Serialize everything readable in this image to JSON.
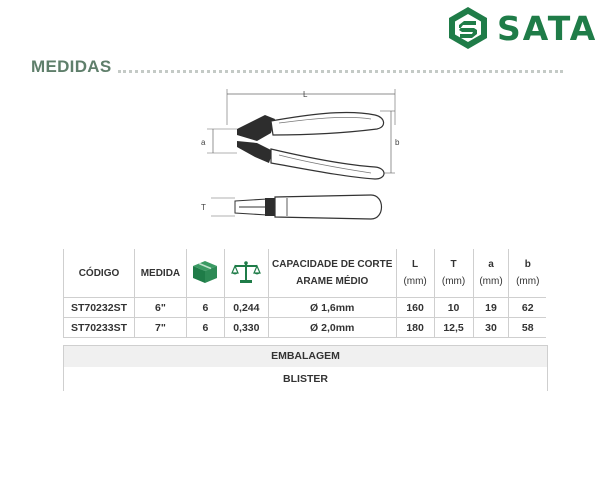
{
  "brand": {
    "name": "SATA",
    "color": "#1f7c48"
  },
  "section": {
    "title": "MEDIDAS"
  },
  "drawing": {
    "labels": {
      "length": "L",
      "jaw_a": "a",
      "height_b": "b",
      "thickness": "T"
    }
  },
  "table": {
    "headers": {
      "code": "CÓDIGO",
      "size": "MEDIDA",
      "box_icon": "box-icon",
      "weight_icon": "scale-icon",
      "capacity_line1": "CAPACIDADE DE CORTE",
      "capacity_line2": "ARAME MÉDIO",
      "L": "L",
      "L_unit": "(mm)",
      "T": "T",
      "T_unit": "(mm)",
      "a": "a",
      "a_unit": "(mm)",
      "b": "b",
      "b_unit": "(mm)"
    },
    "rows": [
      {
        "code": "ST70232ST",
        "size": "6\"",
        "qty": "6",
        "weight": "0,244",
        "capacity": "Ø 1,6mm",
        "L": "160",
        "T": "10",
        "a": "19",
        "b": "62"
      },
      {
        "code": "ST70233ST",
        "size": "7\"",
        "qty": "6",
        "weight": "0,330",
        "capacity": "Ø 2,0mm",
        "L": "180",
        "T": "12,5",
        "a": "30",
        "b": "58"
      }
    ],
    "packaging_label": "EMBALAGEM",
    "packaging_value": "BLISTER"
  }
}
